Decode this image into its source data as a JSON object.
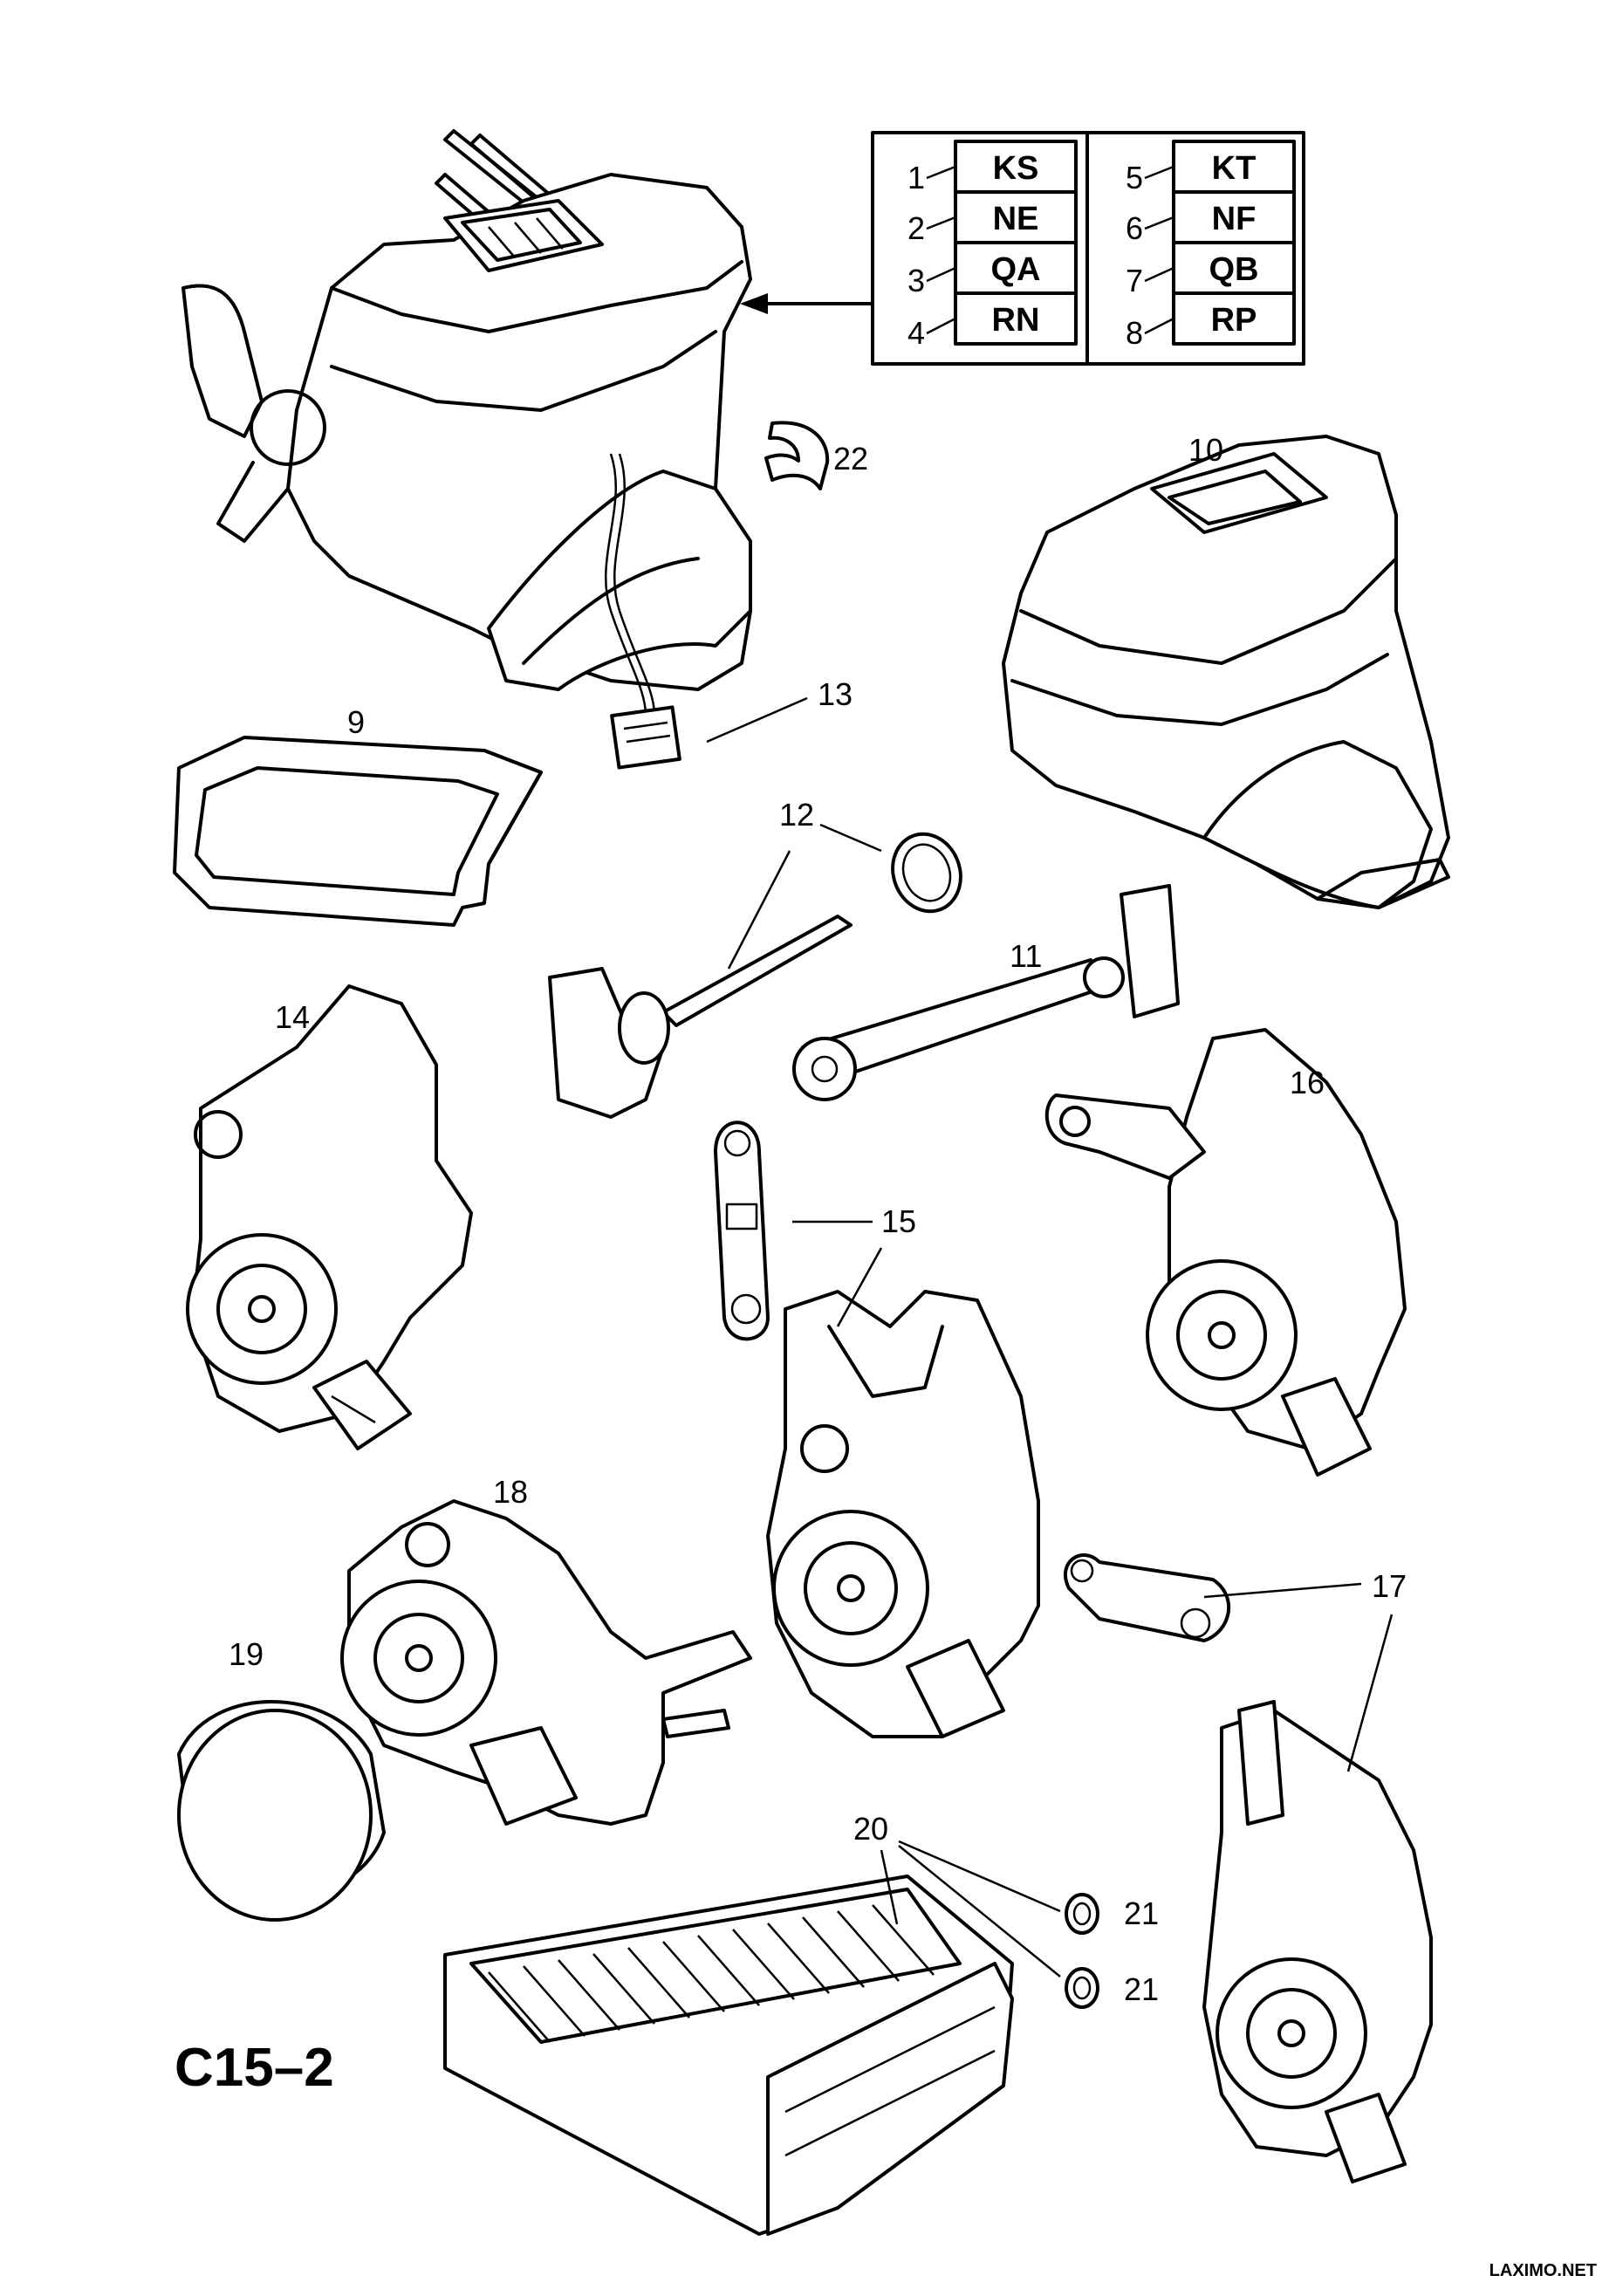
{
  "page_code": "C15–2",
  "watermark": "LAXIMO.NET",
  "code_table": {
    "left": [
      {
        "num": "1",
        "code": "KS"
      },
      {
        "num": "2",
        "code": "NE"
      },
      {
        "num": "3",
        "code": "QA"
      },
      {
        "num": "4",
        "code": "RN"
      }
    ],
    "right": [
      {
        "num": "5",
        "code": "KT"
      },
      {
        "num": "6",
        "code": "NF"
      },
      {
        "num": "7",
        "code": "QB"
      },
      {
        "num": "8",
        "code": "RP"
      }
    ]
  },
  "callouts": {
    "c9": "9",
    "c10": "10",
    "c11": "11",
    "c12": "12",
    "c13": "13",
    "c14": "14",
    "c15": "15",
    "c16": "16",
    "c17": "17",
    "c18": "18",
    "c19": "19",
    "c20": "20",
    "c21a": "21",
    "c21b": "21",
    "c22": "22"
  }
}
